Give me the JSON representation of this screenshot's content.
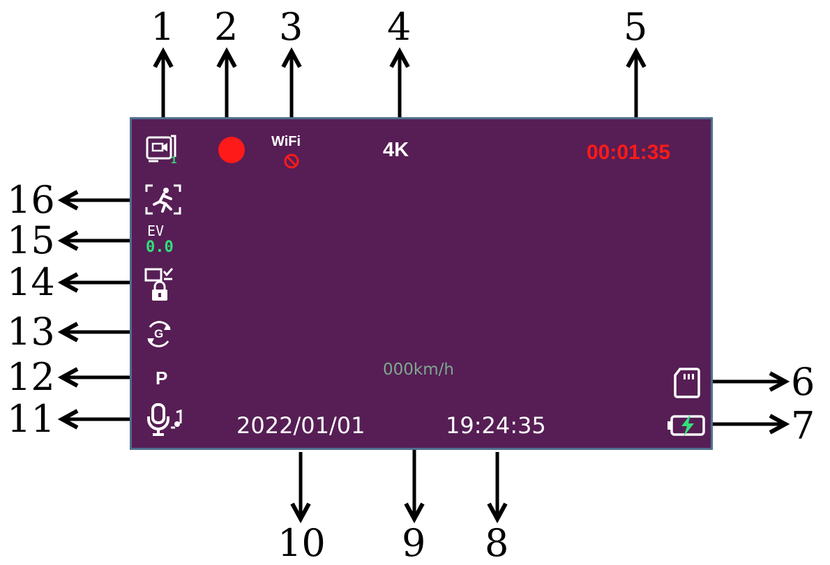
{
  "callouts": {
    "n1": "1",
    "n2": "2",
    "n3": "3",
    "n4": "4",
    "n5": "5",
    "n6": "6",
    "n7": "7",
    "n8": "8",
    "n9": "9",
    "n10": "10",
    "n11": "11",
    "n12": "12",
    "n13": "13",
    "n14": "14",
    "n15": "15",
    "n16": "16"
  },
  "screen": {
    "wifi_label": "WiFi",
    "resolution": "4K",
    "record_timer": "00:01:35",
    "ev_label": "EV",
    "ev_value": "0.0",
    "mode_letter": "P",
    "speed": "000km/h",
    "date": "2022/01/01",
    "time": "19:24:35",
    "loop_badge": "1",
    "gsensor_letter": "G"
  },
  "colors": {
    "screen_bg": "#561e55",
    "screen_border": "#4f6f8f",
    "record_dot": "#ff1a1a",
    "timer": "#ff1a1a",
    "ev_value": "#33e07a",
    "speed": "#7fa88f",
    "charge_bolt": "#33e07a",
    "arrow": "#000000"
  },
  "icons": [
    "loop-recording-icon",
    "record-dot-icon",
    "wifi-off-icon",
    "motion-detection-icon",
    "ev-icon",
    "lock-file-icon",
    "gsensor-icon",
    "parking-mode-icon",
    "microphone-icon",
    "sd-card-icon",
    "battery-charging-icon"
  ]
}
